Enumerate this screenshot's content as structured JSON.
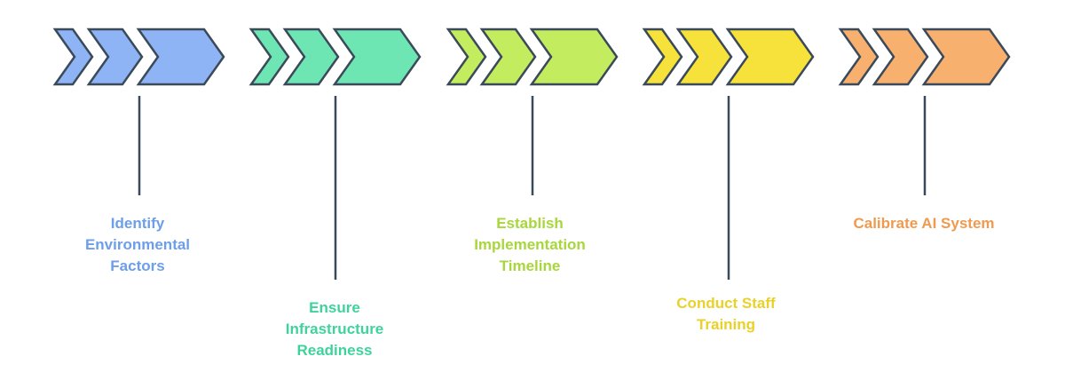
{
  "steps": [
    {
      "label": "Identify\nEnvironmental\nFactors",
      "color": "#6d9eeb",
      "fill": "#8fb4f5"
    },
    {
      "label": "Ensure\nInfrastructure\nReadiness",
      "color": "#3fd39b",
      "fill": "#6ee6b3"
    },
    {
      "label": "Establish\nImplementation\nTimeline",
      "color": "#a8d63c",
      "fill": "#c4ec5f"
    },
    {
      "label": "Conduct Staff\nTraining",
      "color": "#ead12a",
      "fill": "#f6e23b"
    },
    {
      "label": "Calibrate AI System",
      "color": "#ef9a4e",
      "fill": "#f8b06f"
    }
  ],
  "stroke": "#3b4a5a"
}
